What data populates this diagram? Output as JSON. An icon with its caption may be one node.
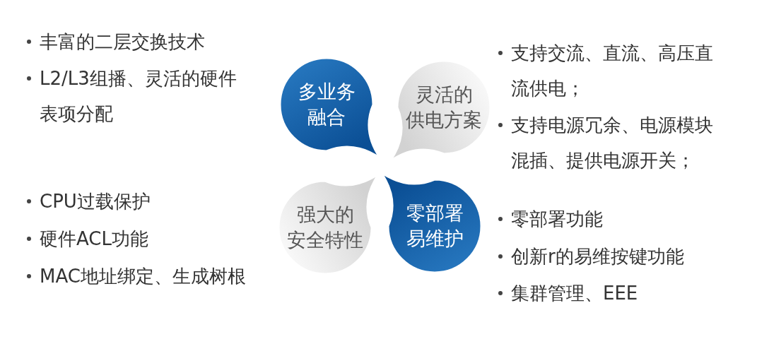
{
  "diagram": {
    "nodes": [
      {
        "text": [
          "多业务融合"
        ]
      },
      {
        "text": [
          "灵活的供电方案"
        ]
      },
      {
        "text": [
          "强大的安全特性"
        ]
      },
      {
        "text": [
          "零部署易维护"
        ]
      }
    ],
    "labels": [
      "丰富的二层交换技术",
      "L2/L3组播、灵活的硬件表项分配",
      "支持交流、直流、高压直流供电；",
      "支持电源冗余、电源模块混插、提供电源开关；",
      "CPU过载保护",
      "硬件ACL功能",
      "MAC地址绑定、生成树根",
      "零部署功能",
      "创新r的易维按键功能",
      "集群管理、EEE"
    ]
  }
}
